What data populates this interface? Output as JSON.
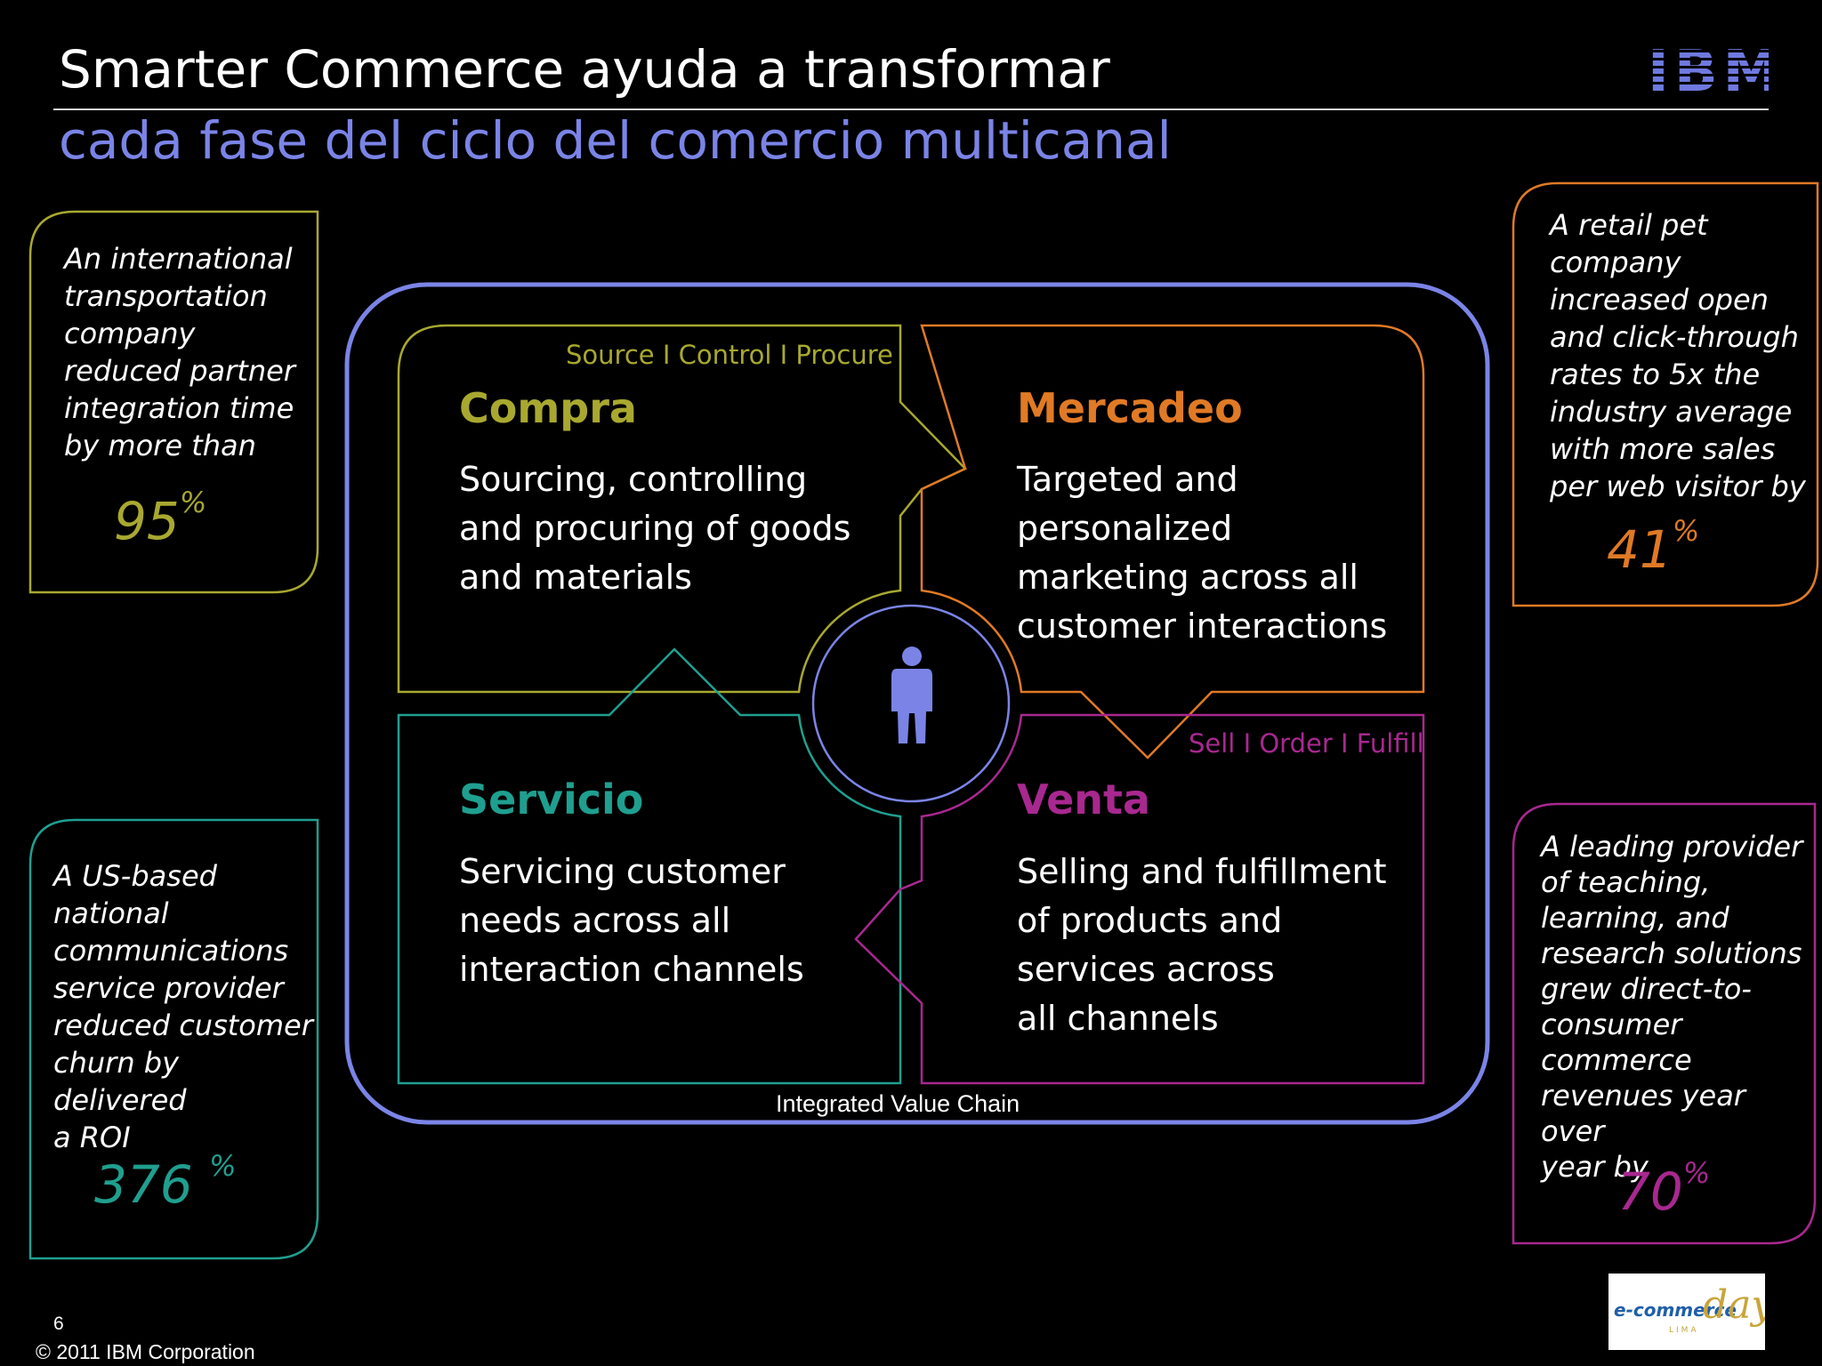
{
  "header": {
    "title_line1": "Smarter Commerce ayuda a transformar",
    "title_line2": "cada fase del ciclo del comercio multicanal",
    "logo_text": "IBM"
  },
  "colors": {
    "background": "#000000",
    "subtitle": "#7b84e6",
    "compra": "#a8a830",
    "mercadeo": "#e07a25",
    "servicio": "#1f9f8f",
    "venta": "#a8288f",
    "frame": "#7b84e6"
  },
  "quadrants": {
    "compra": {
      "tag": "Source I Control I Procure",
      "heading": "Compra",
      "body": [
        "Sourcing, controlling",
        "and procuring of goods",
        "and materials"
      ]
    },
    "mercadeo": {
      "heading": "Mercadeo",
      "body": [
        "Targeted and",
        "personalized",
        "marketing across all",
        "customer interactions"
      ]
    },
    "servicio": {
      "heading": "Servicio",
      "body": [
        "Servicing customer",
        "needs across all",
        "interaction channels"
      ]
    },
    "venta": {
      "tag": "Sell I Order I Fulfill",
      "heading": "Venta",
      "body": [
        "Selling and fulfillment",
        "of products and",
        "services across",
        "all channels"
      ]
    }
  },
  "center_icon": "person-icon",
  "frame_label": "Integrated Value Chain",
  "callouts": {
    "top_left": {
      "lines": [
        "An international",
        "transportation",
        "company",
        "reduced partner",
        "integration time",
        "by more than"
      ],
      "stat": "95",
      "unit": "%"
    },
    "top_right": {
      "lines": [
        "A  retail pet",
        "company",
        "increased open",
        "and click-through",
        "rates to 5x the",
        "industry average",
        "with more sales",
        "per web visitor by"
      ],
      "stat": "41",
      "unit": "%"
    },
    "bottom_left": {
      "lines": [
        "A US-based",
        "national",
        "communications",
        "service provider",
        "reduced customer",
        "churn by delivered",
        "a ROI"
      ],
      "stat": "376 ",
      "unit": "%"
    },
    "bottom_right": {
      "lines": [
        "A leading provider",
        "of teaching,",
        "learning, and",
        "research solutions",
        "grew direct-to-",
        "consumer",
        "commerce",
        "revenues year over",
        "year by"
      ],
      "stat": "70",
      "unit": "%"
    }
  },
  "footer": {
    "page_number": "6",
    "copyright": "© 2011 IBM Corporation",
    "event_logo": {
      "brand": "e-commerce",
      "day": "day",
      "city": "LIMA"
    }
  }
}
